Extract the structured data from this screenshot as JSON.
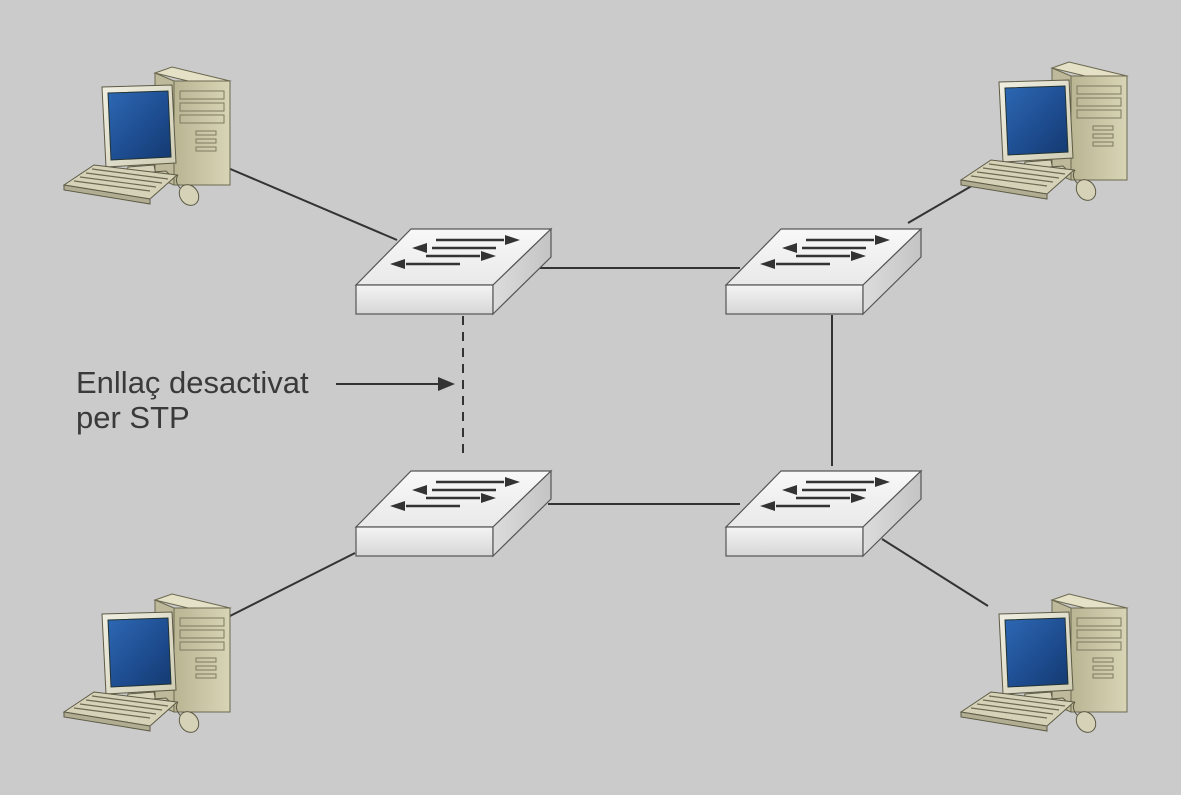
{
  "diagram": {
    "annotation": {
      "line1": "Enllaç desactivat",
      "line2": "per STP"
    },
    "nodes": [
      {
        "id": "pc-top-left",
        "type": "computer"
      },
      {
        "id": "pc-top-right",
        "type": "computer"
      },
      {
        "id": "pc-bottom-left",
        "type": "computer"
      },
      {
        "id": "pc-bottom-right",
        "type": "computer"
      },
      {
        "id": "switch-top-left",
        "type": "switch"
      },
      {
        "id": "switch-top-right",
        "type": "switch"
      },
      {
        "id": "switch-bottom-left",
        "type": "switch"
      },
      {
        "id": "switch-bottom-right",
        "type": "switch"
      }
    ],
    "links": [
      {
        "from": "pc-top-left",
        "to": "switch-top-left",
        "state": "active"
      },
      {
        "from": "pc-top-right",
        "to": "switch-top-right",
        "state": "active"
      },
      {
        "from": "pc-bottom-left",
        "to": "switch-bottom-left",
        "state": "active"
      },
      {
        "from": "pc-bottom-right",
        "to": "switch-bottom-right",
        "state": "active"
      },
      {
        "from": "switch-top-left",
        "to": "switch-top-right",
        "state": "active"
      },
      {
        "from": "switch-top-right",
        "to": "switch-bottom-right",
        "state": "active"
      },
      {
        "from": "switch-bottom-left",
        "to": "switch-bottom-right",
        "state": "active"
      },
      {
        "from": "switch-top-left",
        "to": "switch-bottom-left",
        "state": "disabled"
      }
    ],
    "colors": {
      "background": "#cbcbcb",
      "link": "#333333",
      "text": "#3a3a3a",
      "switch_top": "#f2f2f2",
      "switch_front": "#e2e2e2",
      "switch_side": "#cfcfcf",
      "monitor_screen": "#1e4a8c",
      "pc_body": "#d2cfae"
    }
  }
}
